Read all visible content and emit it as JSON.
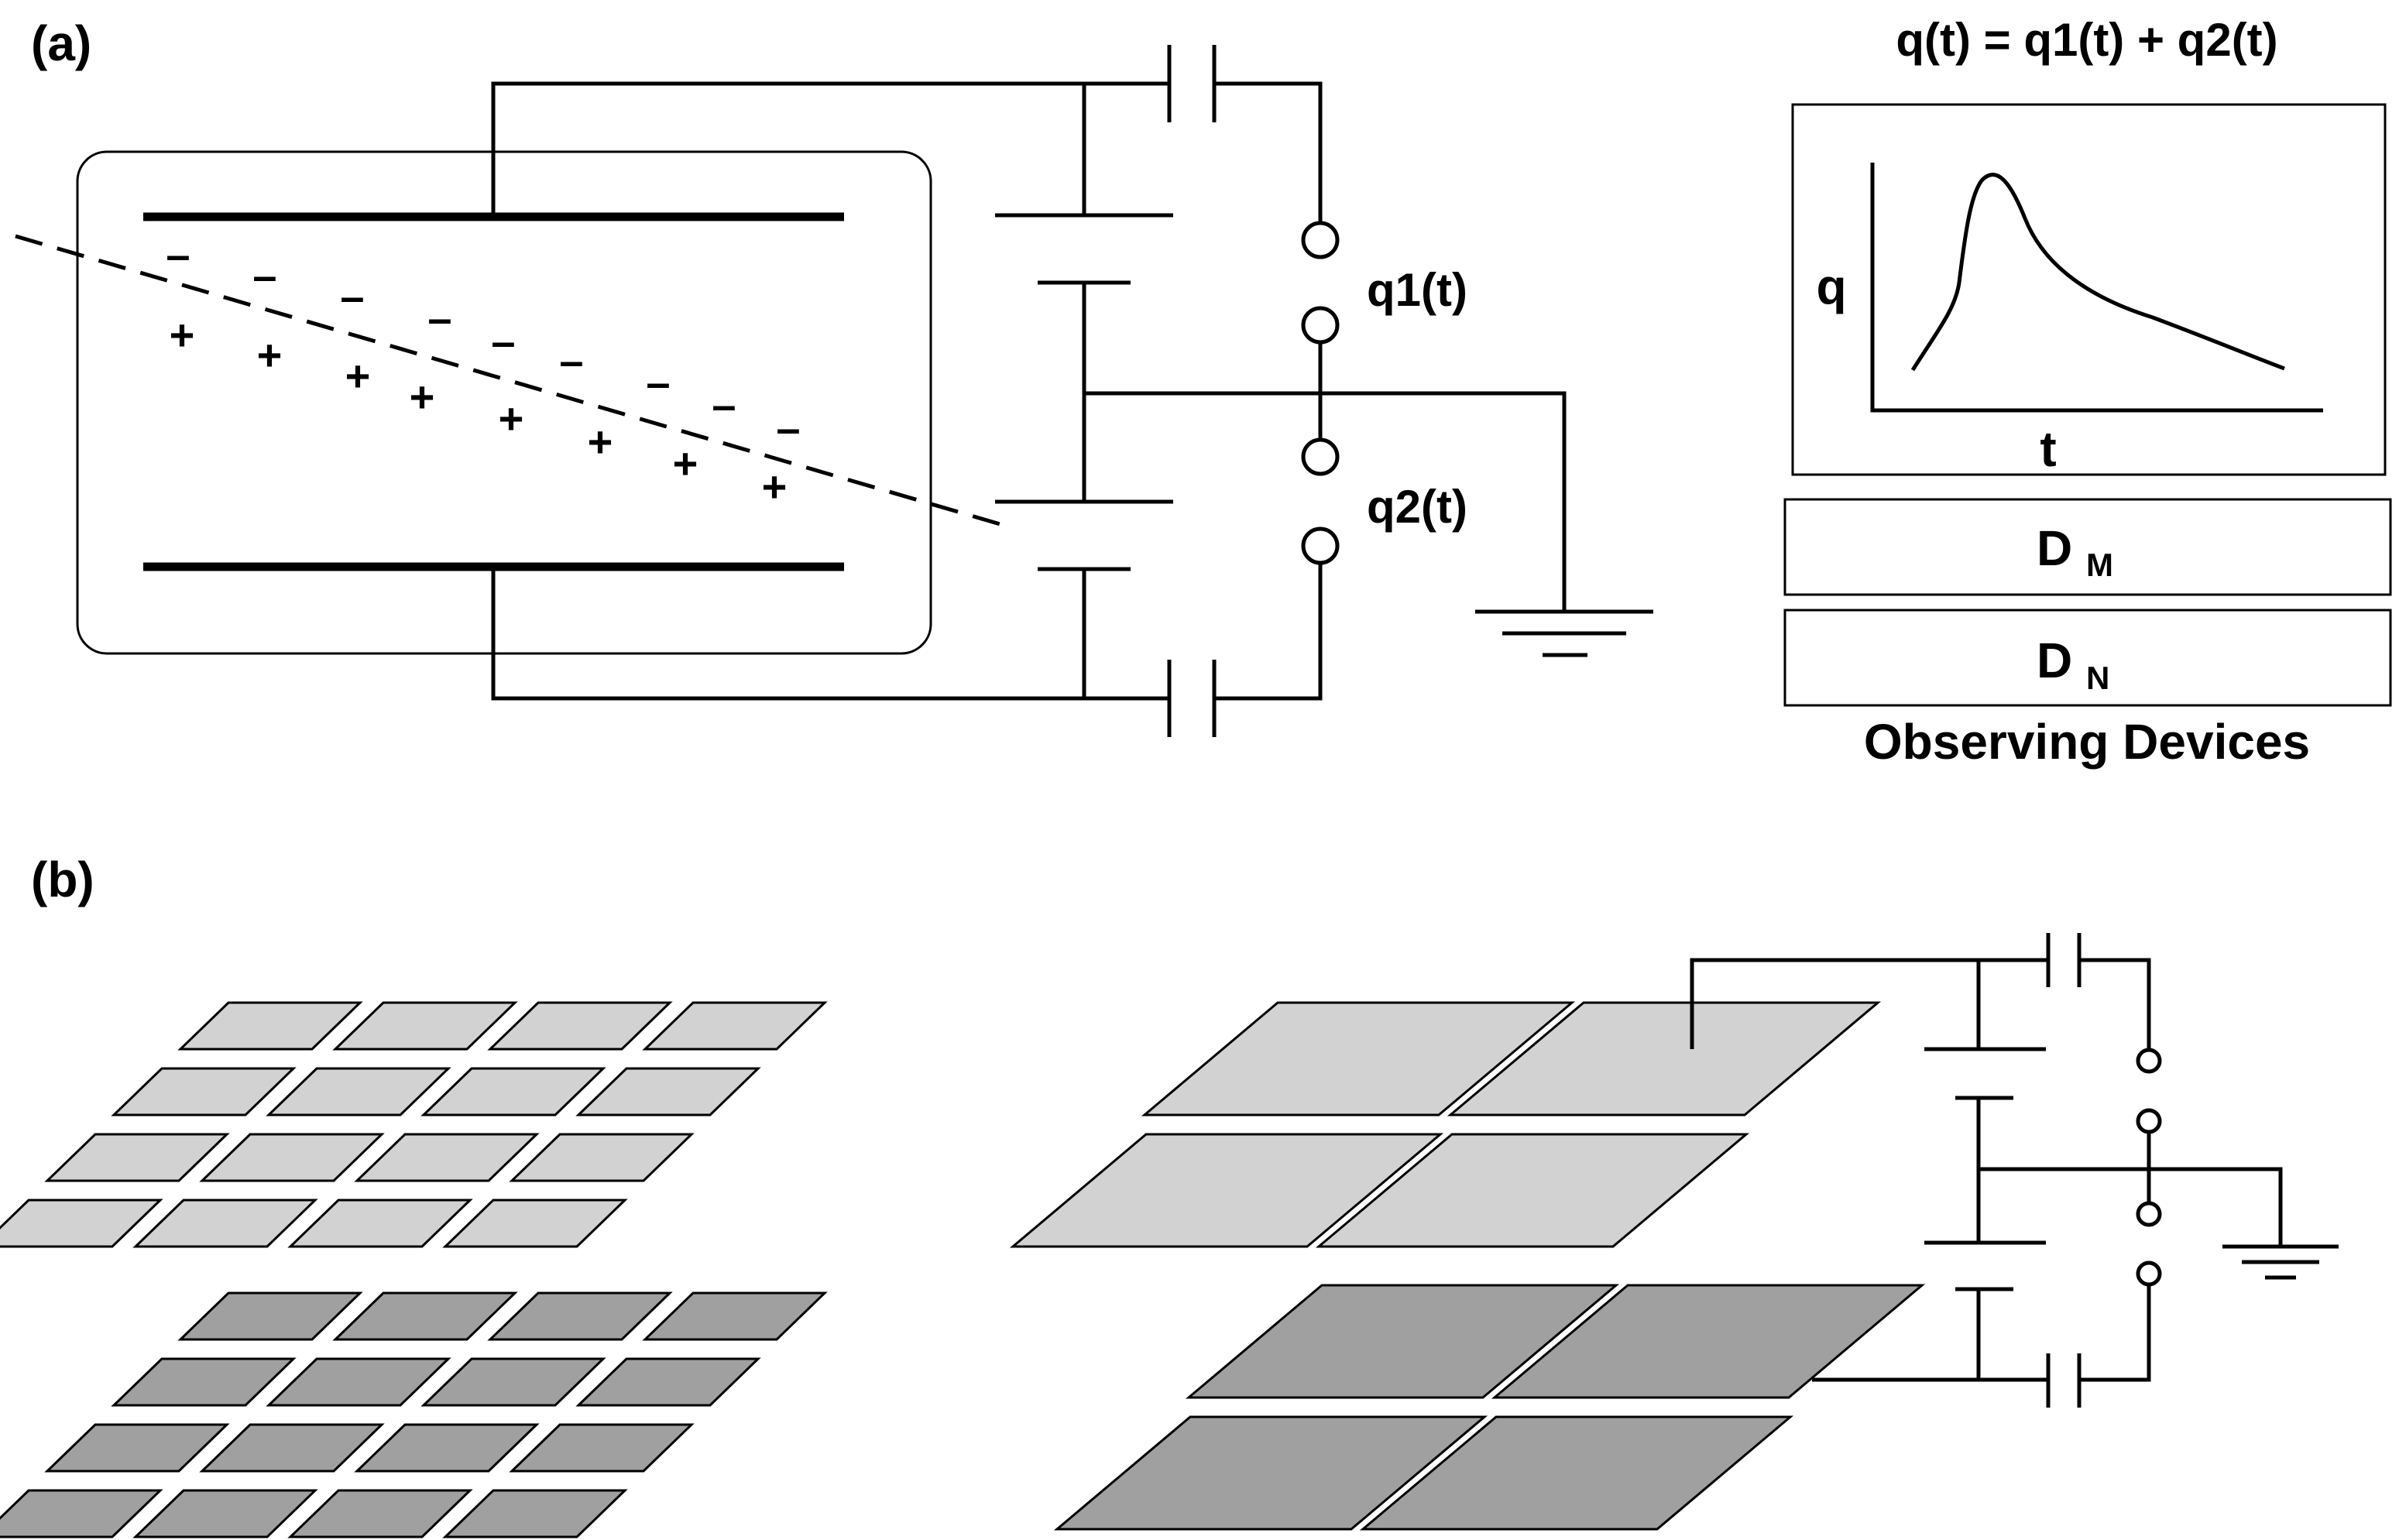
{
  "panel_a": {
    "label": "(a)",
    "formula": "q(t) = q1(t) + q2(t)",
    "terminal_1": "q1(t)",
    "terminal_2": "q2(t)",
    "graph": {
      "y_label": "q",
      "x_label": "t"
    },
    "device_m": {
      "letter": "D",
      "subscript": "M"
    },
    "device_n": {
      "letter": "D",
      "subscript": "N"
    },
    "devices_caption": "Observing Devices",
    "charge_negative": "–",
    "charge_positive": "+"
  },
  "panel_b": {
    "label": "(b)"
  },
  "colors": {
    "light_tile": "#d2d2d2",
    "dark_tile": "#a0a0a0",
    "ink": "#000000"
  }
}
